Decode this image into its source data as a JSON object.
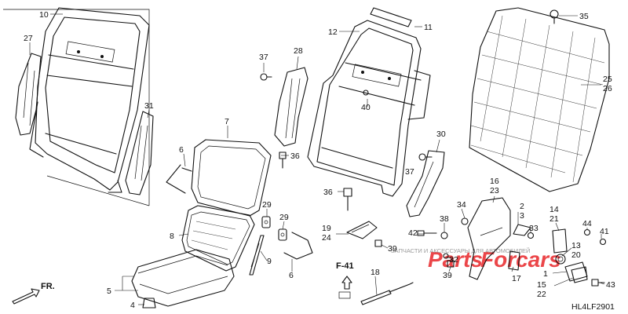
{
  "diagram_code": "HL4LF2901",
  "direction_indicator": {
    "label": "FR."
  },
  "reference_callout": {
    "label": "F-41"
  },
  "watermark": {
    "brand_line1": "Parts",
    "brand_line2": "Forcars",
    "caption": "ЗАПЧАСТИ И АКСЕССУАРЫ ДЛЯ АВТОМОБИЛЕЙ",
    "brand_color": "#e8262a"
  },
  "part_labels": {
    "p10": "10",
    "p27": "27",
    "p31": "31",
    "p7": "7",
    "p6a": "6",
    "p6b": "6",
    "p8": "8",
    "p29a": "29",
    "p29b": "29",
    "p9": "9",
    "p5": "5",
    "p4": "4",
    "p12": "12",
    "p11": "11",
    "p37a": "37",
    "p28": "28",
    "p40": "40",
    "p30": "30",
    "p37b": "37",
    "p36a": "36",
    "p36b": "36",
    "p35": "35",
    "p25_26": "25\n26",
    "p16_23": "16\n23",
    "p19_24": "19\n24",
    "p39a": "39",
    "p34": "34",
    "p38": "38",
    "p42": "42",
    "p32": "32",
    "p39b": "39",
    "p2_3": "2\n3",
    "p33": "33",
    "p17": "17",
    "p14_21": "14\n21",
    "p44": "44",
    "p41": "41",
    "p13_20": "13\n20",
    "p1": "1",
    "p15_22": "15\n22",
    "p43": "43",
    "p18": "18"
  }
}
